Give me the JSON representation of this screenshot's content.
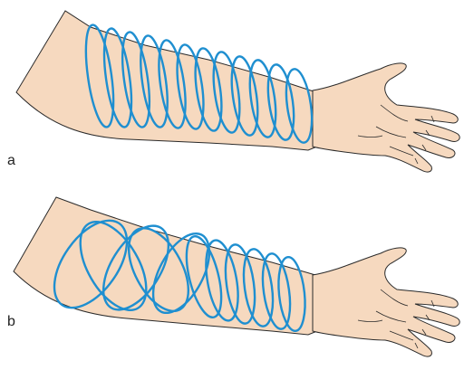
{
  "panels": [
    {
      "label": "a",
      "wrap": "even-circular"
    },
    {
      "label": "b",
      "wrap": "crossed-spiral"
    }
  ],
  "colors": {
    "skin": "#f6d9bf",
    "outline": "#2a2a2a",
    "bandage": "#1f8fd0",
    "background": "#ffffff"
  }
}
